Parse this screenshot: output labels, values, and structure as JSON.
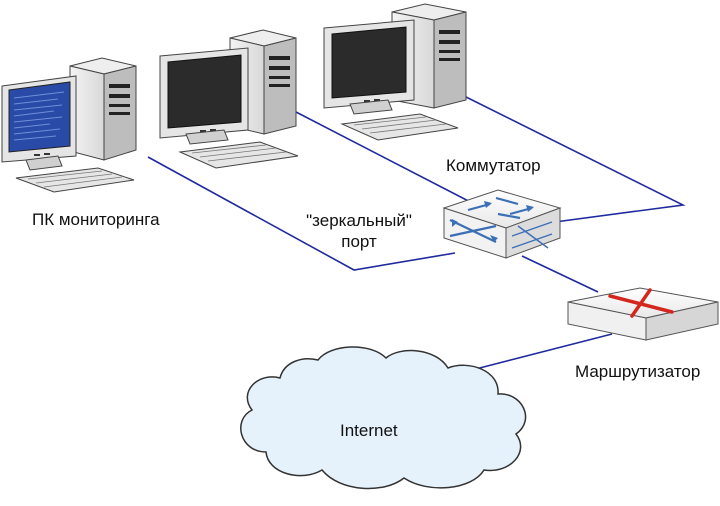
{
  "labels": {
    "monitoring_pc": "ПК мониторинга",
    "switch": "Коммутатор",
    "mirror_port_line1": "\"зеркальный\"",
    "mirror_port_line2": "порт",
    "router": "Маршрутизатор",
    "internet": "Internet"
  },
  "colors": {
    "link": "#1f2a9e",
    "cloud_fill": "#e6f2fb",
    "monitor_screen_active": "#2a4aa8",
    "monitor_screen_idle": "#2b2b2b",
    "switch_arrows": "#3b6fb6",
    "router_mark": "#d4261c"
  },
  "nodes": [
    {
      "id": "pc-monitoring",
      "type": "computer",
      "screen": "active"
    },
    {
      "id": "pc-2",
      "type": "computer",
      "screen": "idle"
    },
    {
      "id": "pc-3",
      "type": "computer",
      "screen": "idle"
    },
    {
      "id": "switch",
      "type": "switch"
    },
    {
      "id": "router",
      "type": "router"
    },
    {
      "id": "internet",
      "type": "cloud"
    }
  ],
  "edges": [
    {
      "from": "pc-monitoring",
      "to": "switch",
      "via": "mirror-port"
    },
    {
      "from": "pc-2",
      "to": "switch"
    },
    {
      "from": "pc-3",
      "to": "switch"
    },
    {
      "from": "switch",
      "to": "router"
    },
    {
      "from": "router",
      "to": "internet"
    }
  ]
}
